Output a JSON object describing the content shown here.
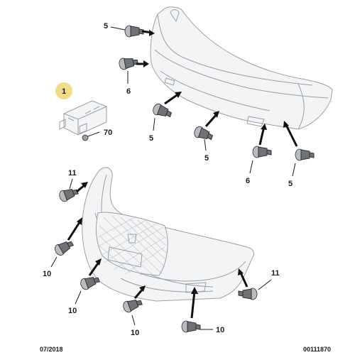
{
  "callouts": {
    "ecu": "1",
    "ecu_screw": "70",
    "rear_top_sensor": "5",
    "rear_left_side_sensor": "6",
    "rear_center_left_sensor": "5",
    "rear_center_sensor": "5",
    "rear_right_side_sensor": "6",
    "rear_right_sensor": "5",
    "front_upper_left_sensor": "11",
    "front_left_side_sensor": "10",
    "front_lower_left_sensor": "10",
    "front_center_left_sensor": "10",
    "front_center_right_sensor": "10",
    "front_right_sensor": "11"
  },
  "footer": {
    "date": "07/2018",
    "reference": "00111870"
  },
  "colors": {
    "callout_badge": "#f2dc8a",
    "part_outline": "#9aa0a6",
    "sensor": "#6f7276",
    "arrow": "#111111"
  }
}
